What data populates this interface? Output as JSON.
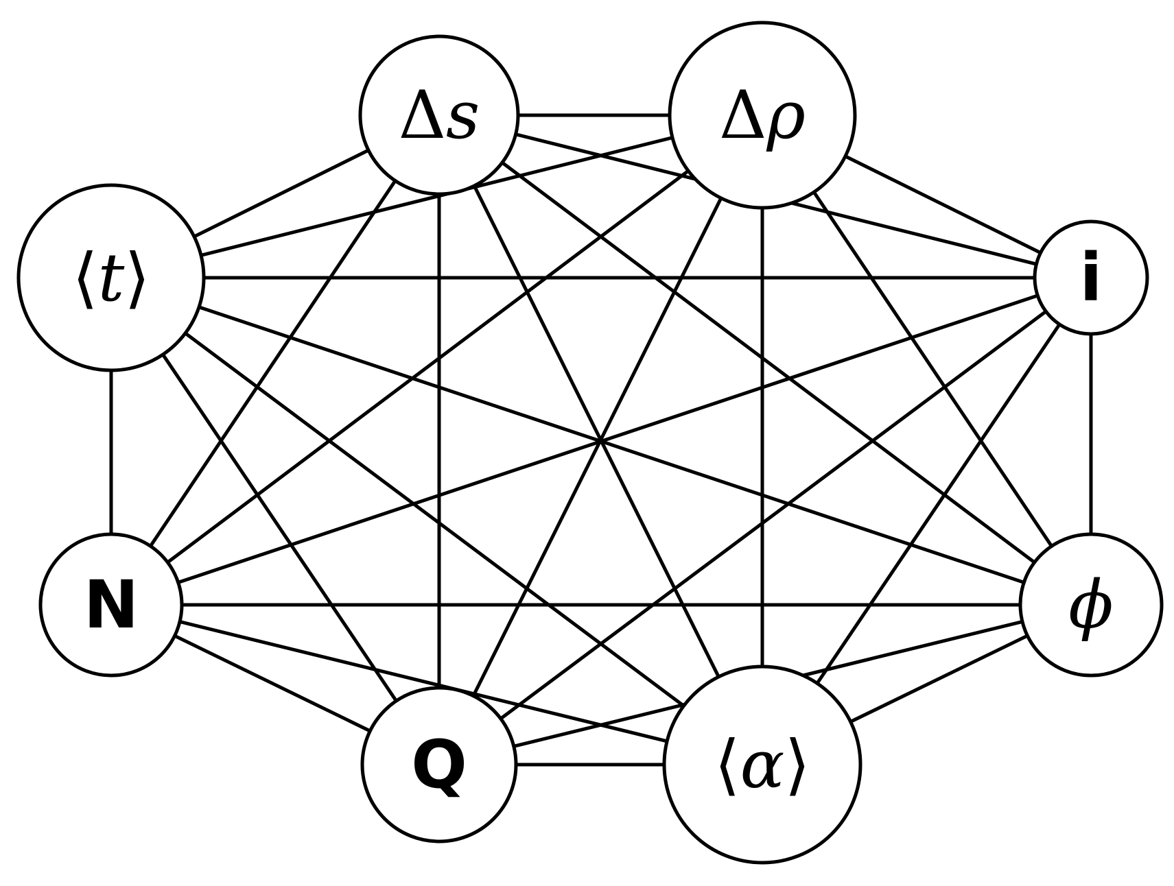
{
  "diagram": {
    "nodes": [
      {
        "id": "ds",
        "parts": [
          {
            "t": "Δ",
            "style": "upright"
          },
          {
            "t": "s",
            "style": "math"
          }
        ]
      },
      {
        "id": "drho",
        "parts": [
          {
            "t": "Δ",
            "style": "upright"
          },
          {
            "t": "ρ",
            "style": "math"
          }
        ]
      },
      {
        "id": "t",
        "parts": [
          {
            "t": "⟨",
            "style": "upright"
          },
          {
            "t": "t",
            "style": "math"
          },
          {
            "t": "⟩",
            "style": "upright"
          }
        ]
      },
      {
        "id": "i",
        "parts": [
          {
            "t": "i",
            "style": "bold"
          }
        ]
      },
      {
        "id": "N",
        "parts": [
          {
            "t": "N",
            "style": "bold"
          }
        ]
      },
      {
        "id": "phi",
        "parts": [
          {
            "t": "ϕ",
            "style": "math"
          }
        ]
      },
      {
        "id": "Q",
        "parts": [
          {
            "t": "Q",
            "style": "bold"
          }
        ]
      },
      {
        "id": "alpha",
        "parts": [
          {
            "t": "⟨",
            "style": "upright"
          },
          {
            "t": "α",
            "style": "math"
          },
          {
            "t": "⟩",
            "style": "upright"
          }
        ]
      }
    ],
    "edges": [
      [
        "ds",
        "drho"
      ],
      [
        "ds",
        "t"
      ],
      [
        "ds",
        "i"
      ],
      [
        "ds",
        "N"
      ],
      [
        "ds",
        "Q"
      ],
      [
        "ds",
        "alpha"
      ],
      [
        "drho",
        "t"
      ],
      [
        "drho",
        "i"
      ],
      [
        "drho",
        "N"
      ],
      [
        "drho",
        "phi"
      ],
      [
        "drho",
        "Q"
      ],
      [
        "drho",
        "alpha"
      ],
      [
        "t",
        "i"
      ],
      [
        "t",
        "N"
      ],
      [
        "t",
        "phi"
      ],
      [
        "t",
        "Q"
      ],
      [
        "t",
        "alpha"
      ],
      [
        "i",
        "N"
      ],
      [
        "i",
        "phi"
      ],
      [
        "i",
        "Q"
      ],
      [
        "i",
        "alpha"
      ],
      [
        "N",
        "phi"
      ],
      [
        "N",
        "Q"
      ],
      [
        "N",
        "alpha"
      ],
      [
        "phi",
        "Q"
      ],
      [
        "phi",
        "alpha"
      ],
      [
        "Q",
        "alpha"
      ],
      [
        "ds",
        "phi"
      ]
    ]
  }
}
